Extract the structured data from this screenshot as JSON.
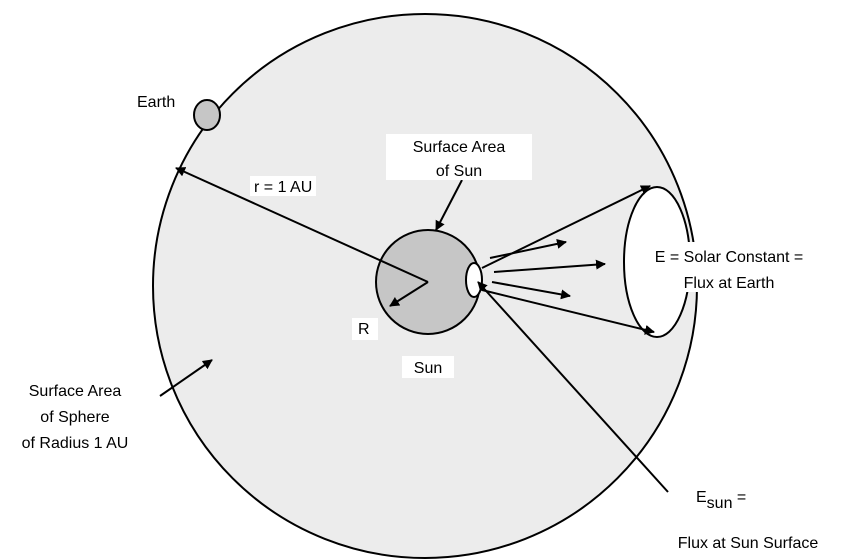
{
  "labels": {
    "earth": "Earth",
    "radius_r": "r = 1 AU",
    "surface_area_sun_line1": "Surface Area",
    "surface_area_sun_line2": "of Sun",
    "radius_R": "R",
    "sun": "Sun",
    "solar_constant_line1": "E = Solar Constant =",
    "solar_constant_line2": "Flux at Earth",
    "sphere_area_line1": "Surface Area",
    "sphere_area_line2": "of Sphere",
    "sphere_area_line3": "of Radius 1 AU",
    "esun_main": "E",
    "esun_sub": "sun",
    "esun_eq": " =",
    "flux_sun_surface": "Flux at Sun Surface"
  },
  "colors": {
    "big_sphere_fill": "#ececec",
    "sun_fill": "#c6c6c6",
    "earth_fill": "#c6c6c6",
    "stroke": "#000000",
    "label_bg": "#ffffff"
  }
}
